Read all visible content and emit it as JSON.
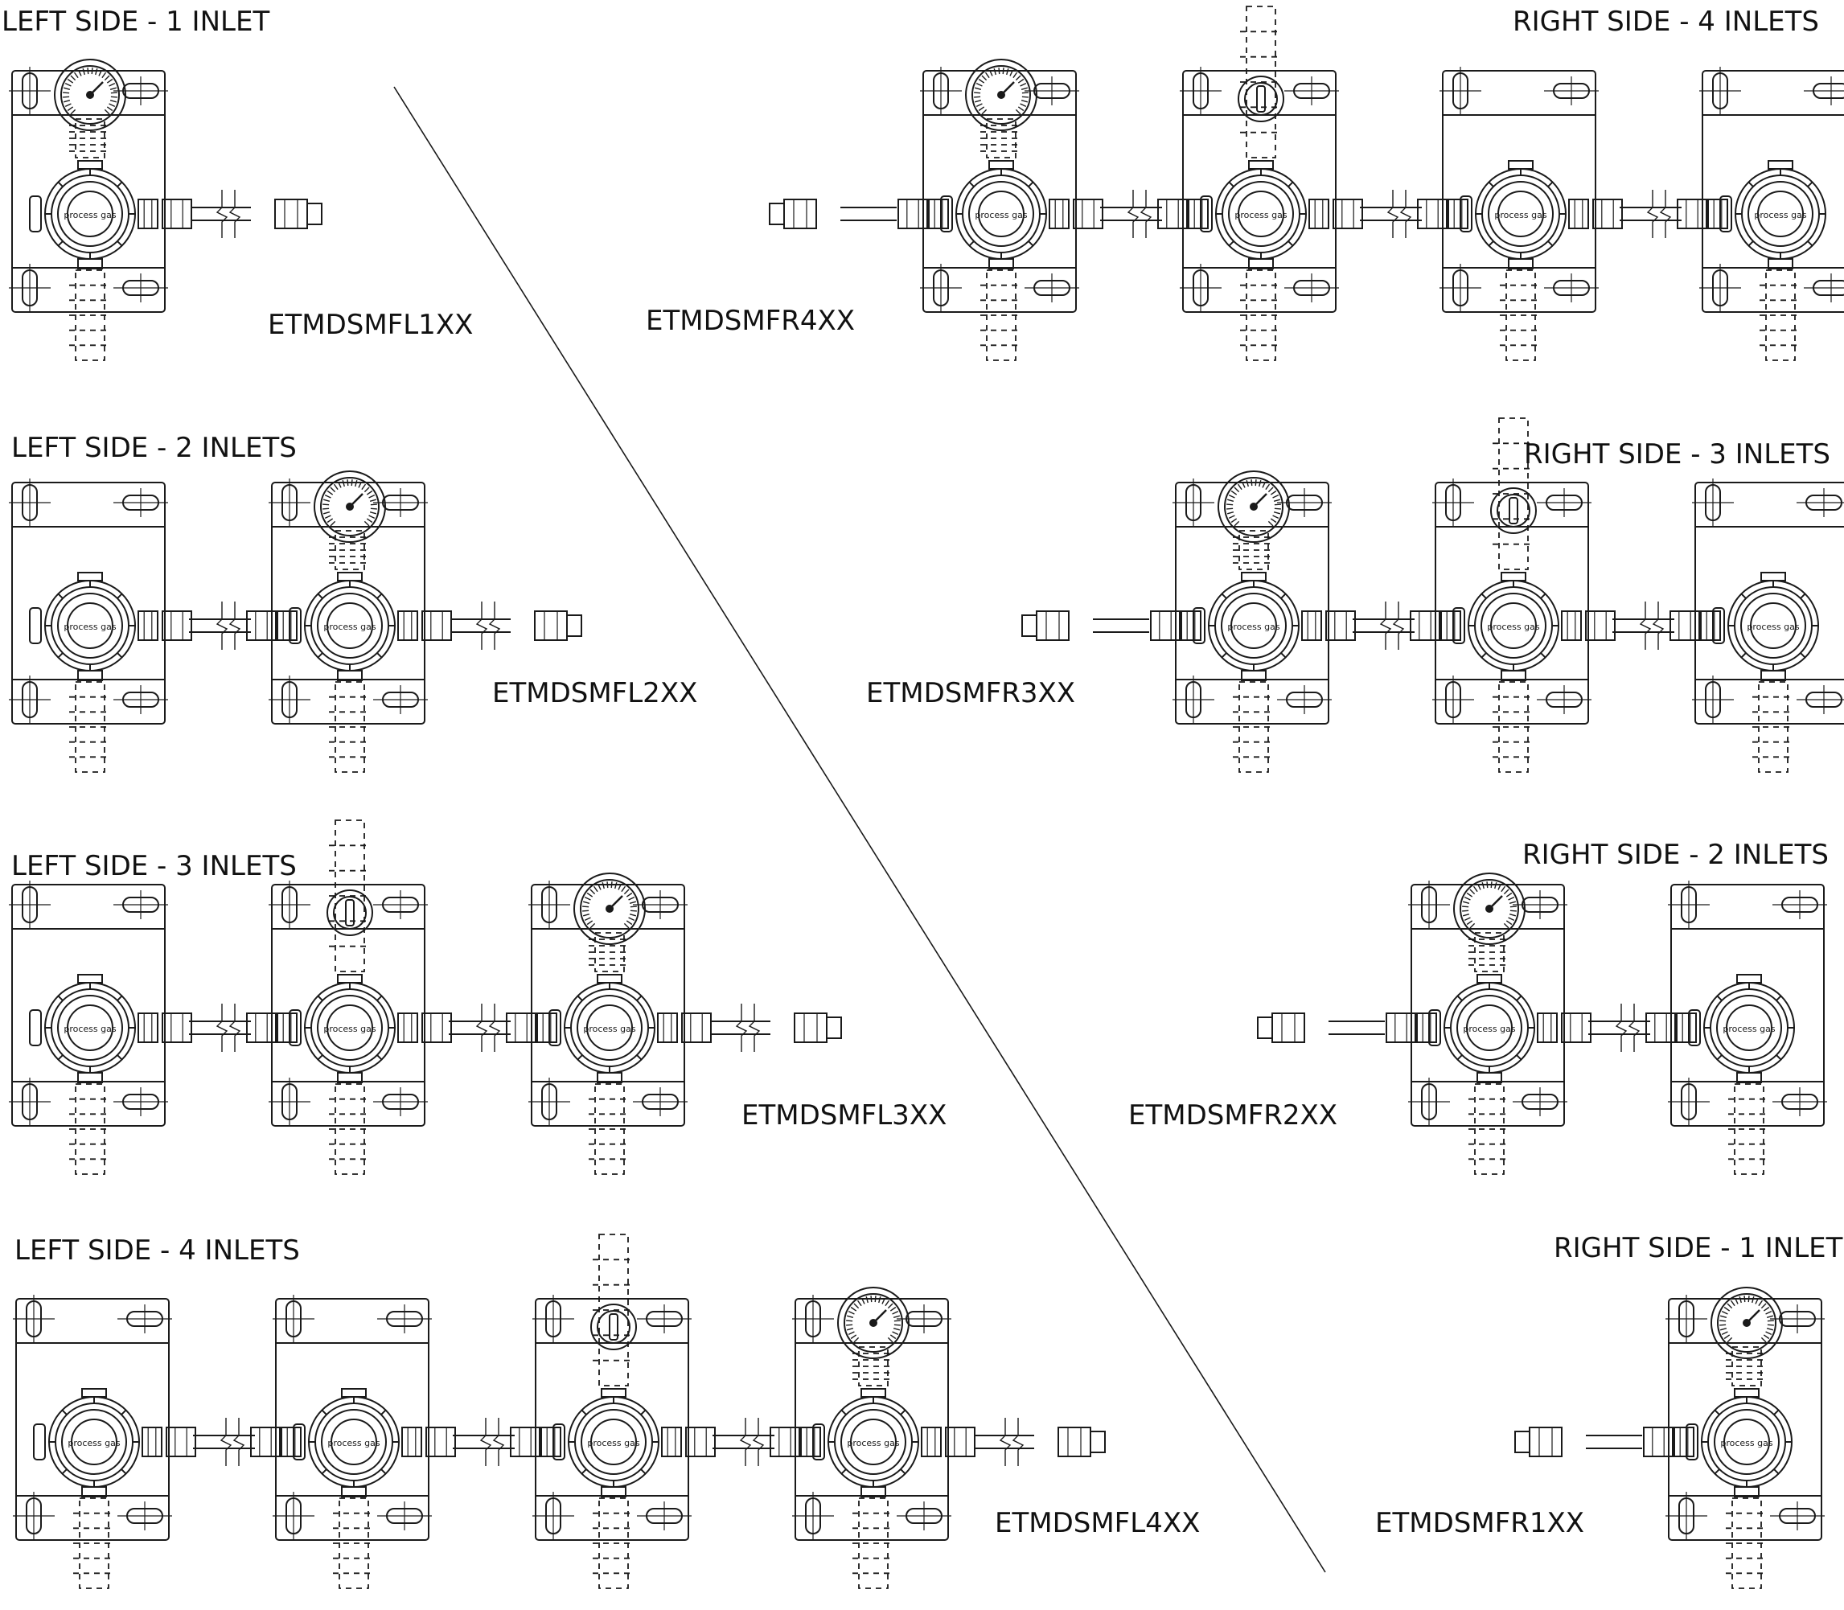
{
  "diagram": {
    "divider": "diagonal-line",
    "left_side": [
      {
        "title": "LEFT SIDE - 1 INLET",
        "part_number": "ETMDSMFL1XX",
        "inlets": 1
      },
      {
        "title": "LEFT SIDE - 2 INLETS",
        "part_number": "ETMDSMFL2XX",
        "inlets": 2
      },
      {
        "title": "LEFT SIDE - 3 INLETS",
        "part_number": "ETMDSMFL3XX",
        "inlets": 3
      },
      {
        "title": "LEFT SIDE - 4 INLETS",
        "part_number": "ETMDSMFL4XX",
        "inlets": 4
      }
    ],
    "right_side": [
      {
        "title": "RIGHT SIDE - 4 INLETS",
        "part_number": "ETMDSMFR4XX",
        "inlets": 4
      },
      {
        "title": "RIGHT SIDE - 3 INLETS",
        "part_number": "ETMDSMFR3XX",
        "inlets": 3
      },
      {
        "title": "RIGHT SIDE - 2 INLETS",
        "part_number": "ETMDSMFR2XX",
        "inlets": 2
      },
      {
        "title": "RIGHT SIDE - 1 INLET",
        "part_number": "ETMDSMFR1XX",
        "inlets": 1
      }
    ],
    "valve_label": "process gas",
    "line_color": "#1a1a1a"
  }
}
